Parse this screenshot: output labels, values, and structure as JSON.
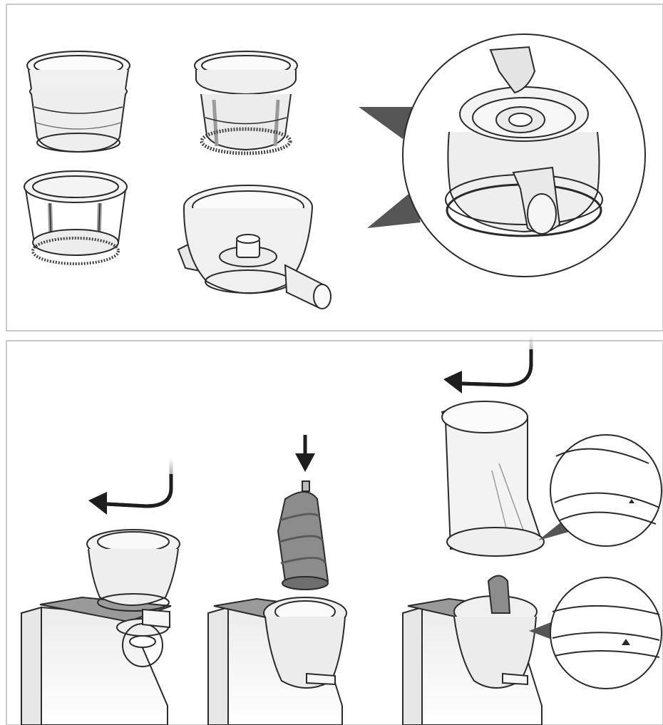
{
  "figure": {
    "panels": [
      {
        "id": "parts-overview",
        "items": [
          "juice-screen",
          "brush-holder",
          "rotating-brush",
          "juicing-bowl",
          "zoom-detail-bowl-top"
        ]
      },
      {
        "id": "assembly-steps",
        "items": [
          "step-mount-bowl",
          "step-insert-auger",
          "step-attach-chamber"
        ]
      }
    ],
    "colors": {
      "line": "#2a2a2a",
      "gray": "#8a8a8a",
      "panel_border": "#c9c9c9",
      "arrow": "#1e1e1e",
      "auger": "#8c8c8c",
      "base_top": "#9a9a9a"
    }
  }
}
